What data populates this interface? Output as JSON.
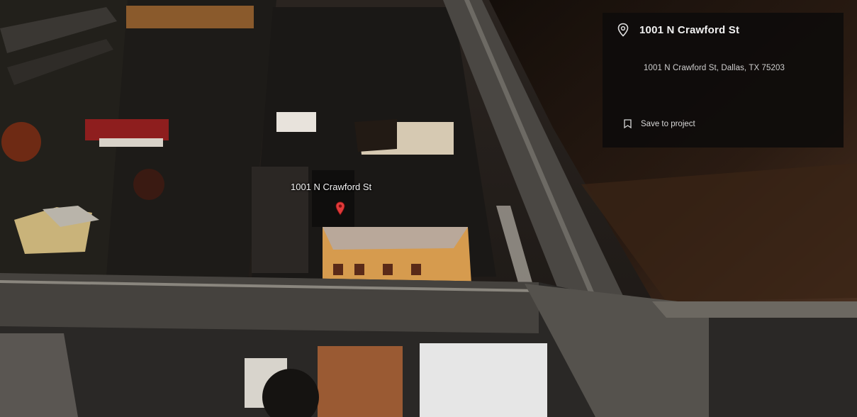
{
  "place": {
    "title": "1001 N Crawford St",
    "address": "1001 N Crawford St, Dallas, TX 75203",
    "save_label": "Save to project"
  },
  "map": {
    "marker_label": "1001 N Crawford St",
    "marker_color": "#e03a3a"
  },
  "icons": {
    "place": "location-pin-icon",
    "save": "bookmark-icon"
  }
}
